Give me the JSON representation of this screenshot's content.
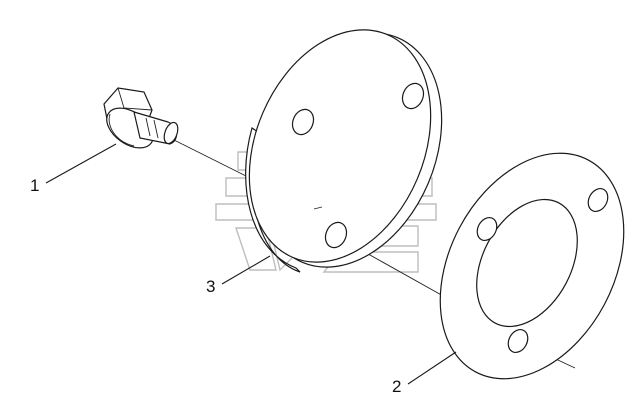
{
  "labels": {
    "part1": "1",
    "part2": "2",
    "part3": "3"
  },
  "colors": {
    "line": "#1a1a1a",
    "watermark": "#bdbdbd",
    "background": "#ffffff"
  }
}
